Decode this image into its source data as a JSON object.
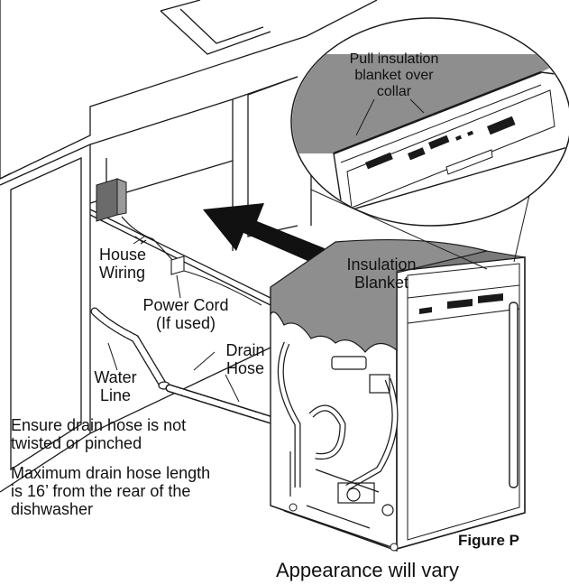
{
  "callout": {
    "line1": "Pull insulation",
    "line2": "blanket over",
    "line3": "collar"
  },
  "labels": {
    "insulation_blanket_1": "Insulation",
    "insulation_blanket_2": "Blanket",
    "house_wiring_1": "House",
    "house_wiring_2": "Wiring",
    "power_cord_1": "Power Cord",
    "power_cord_2": "(If used)",
    "drain_hose_1": "Drain",
    "drain_hose_2": "Hose",
    "water_line_1": "Water",
    "water_line_2": "Line"
  },
  "notes": {
    "twist_1": "Ensure drain hose is not",
    "twist_2": "twisted or pinched",
    "length_1": "Maximum drain hose length",
    "length_2": "is 16’ from the rear of the",
    "length_3": "dishwasher"
  },
  "figure_label": "Figure P",
  "caption": "Appearance will vary",
  "colors": {
    "line": "#1a1a1a",
    "blanket": "#8e8e8e",
    "blanket_dark": "#7a7a7a",
    "arrow": "#111111",
    "panel": "#ffffff"
  }
}
